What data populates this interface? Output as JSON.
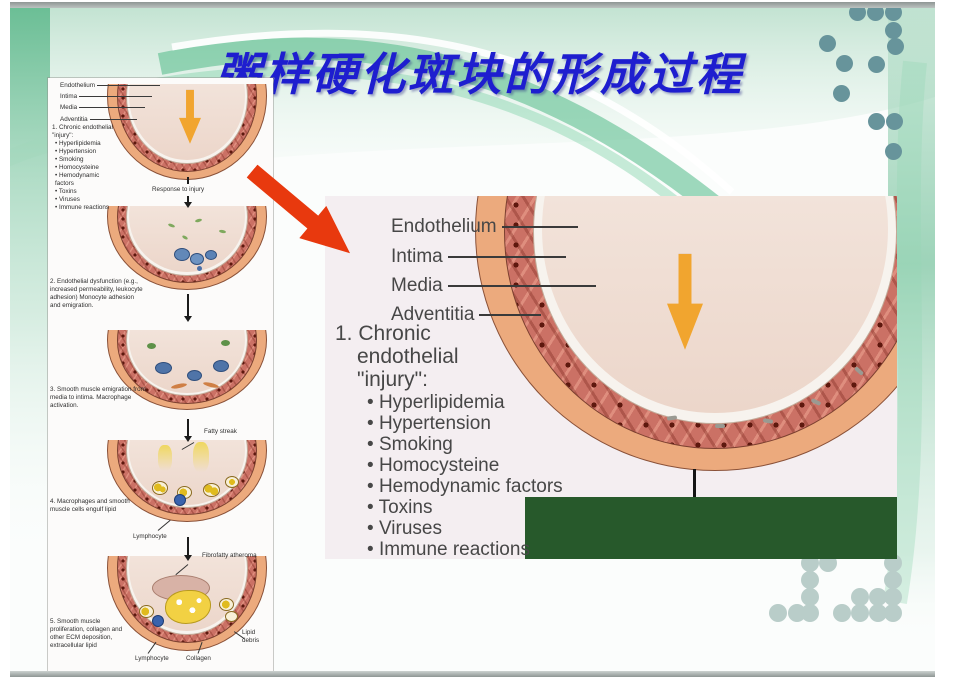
{
  "title": {
    "text": "粥样硬化斑块的形成过程"
  },
  "colors": {
    "title_blue": "#1e1ecf",
    "green_box": "#27592b",
    "teal_dot": "#67949b",
    "pale_dot": "#b9cdc9",
    "red_arrow": "#e8390e",
    "orange_arrow": "#f1a52f",
    "vessel_adventitia": "#ecaa7d",
    "vessel_media": "#cb7165"
  },
  "left_figure": {
    "layer_labels": [
      "Endothelium",
      "Intima",
      "Media",
      "Adventitia"
    ],
    "stage1_heading": "1. Chronic endothelial \"injury\":",
    "stage1_bullets": [
      "Hyperlipidemia",
      "Hypertension",
      "Smoking",
      "Homocysteine",
      "Hemodynamic factors",
      "Toxins",
      "Viruses",
      "Immune reactions"
    ],
    "response_label": "Response to injury",
    "stage2_text": "2. Endothelial dysfunction (e.g., increased permeability, leukocyte adhesion) Monocyte adhesion and emigration.",
    "stage3_text": "3. Smooth muscle emigration from media to intima.  Macrophage activation.",
    "fatty_streak_label": "Fatty streak",
    "stage4_text": "4. Macrophages and smooth muscle cells engulf lipid",
    "lymphocyte_label": "Lymphocyte",
    "fibrofatty_atheroma_label": "Fibrofatty atheroma",
    "stage5_text": "5. Smooth muscle proliferation, collagen and other ECM deposition, extracellular lipid",
    "lymphocyte2_label": "Lymphocyte",
    "collagen_label": "Collagen",
    "lipid_debris_label": "Lipid debris"
  },
  "right_figure": {
    "layer_labels": [
      "Endothelium",
      "Intima",
      "Media",
      "Adventitia"
    ],
    "heading_lines": [
      "1. Chronic",
      "endothelial",
      "\"injury\":"
    ],
    "bullets": [
      "Hyperlipidemia",
      "Hypertension",
      "Smoking",
      "Homocysteine",
      "Hemodynamic factors",
      "Toxins",
      "Viruses",
      "Immune reactions"
    ]
  }
}
